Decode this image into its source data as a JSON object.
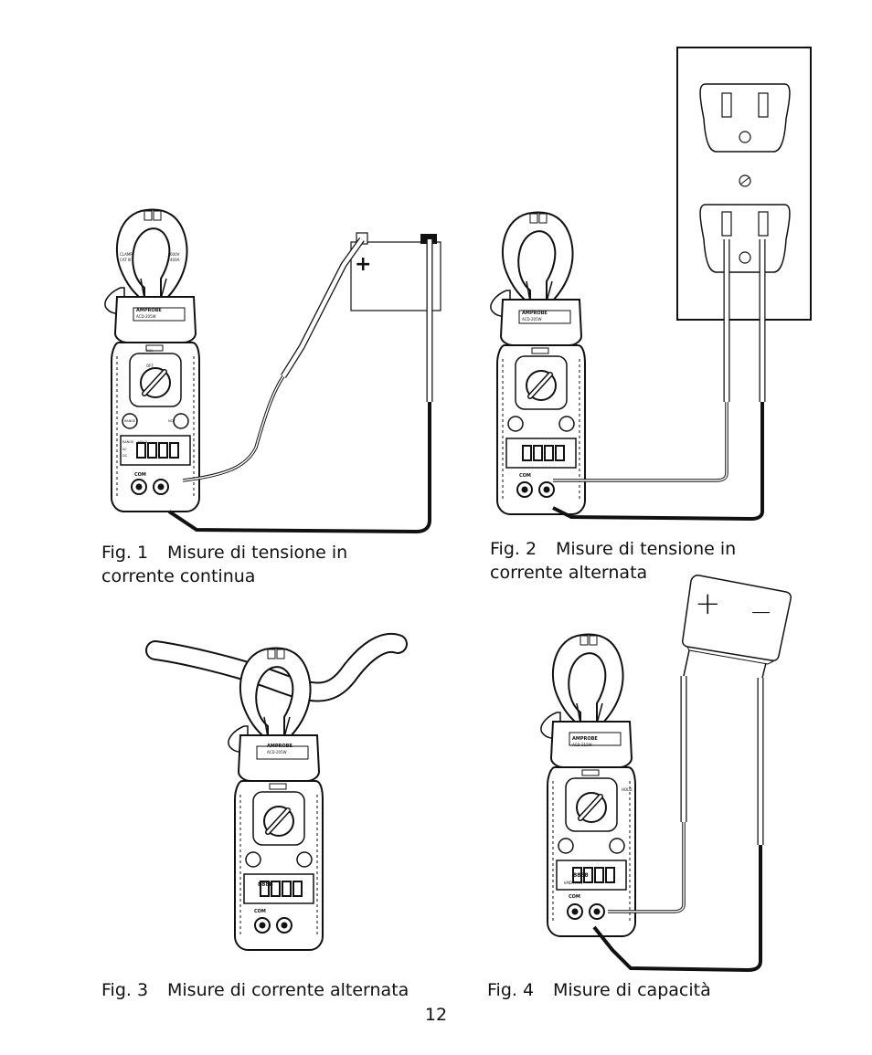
{
  "figures": [
    {
      "num": "Fig. 1",
      "line1": "Misure di tensione in",
      "line2": "corrente continua"
    },
    {
      "num": "Fig. 2",
      "line1": "Misure di tensione in",
      "line2": "corrente alternata"
    },
    {
      "num": "Fig. 3",
      "line1": "Misure di corrente alternata",
      "line2": ""
    },
    {
      "num": "Fig. 4",
      "line1": "Misure di capacità",
      "line2": ""
    }
  ],
  "page_number": "12",
  "meter": {
    "brand": "AMPROBE",
    "model": "ACD-205W",
    "model_alt": "ACD-215W",
    "clamp_label": "CLAMP",
    "cat_label": "CAT III",
    "rating_label": "600V",
    "rating_label2": "400A",
    "ncv_label": "NCV",
    "off_label": "OFF",
    "range_label": "RANGE",
    "hold_label": "HOLD",
    "com_label": "COM",
    "digits": "8888",
    "ac_label": "AC",
    "dc_label": "DC",
    "units_label": "kMΩ A mV",
    "hold_side": "HOLD"
  },
  "battery": {
    "plus": "+",
    "minus": "−"
  }
}
